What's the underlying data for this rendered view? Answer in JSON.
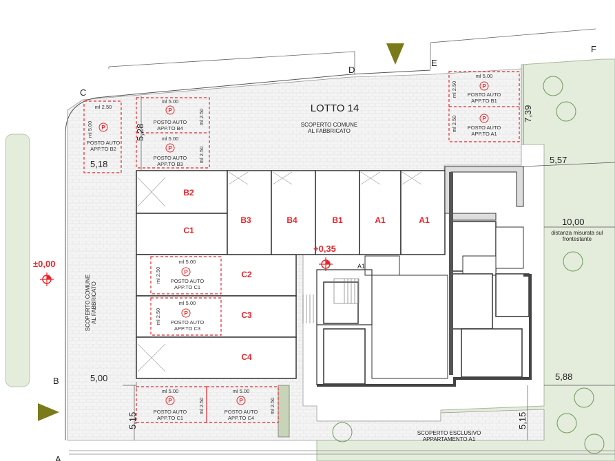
{
  "plan": {
    "lot_title": "LOTTO 14",
    "scoperto_top": [
      "SCOPERTO COMUNE",
      "AL FABBRICATO"
    ],
    "scoperto_left": [
      "SCOPERTO COMUNE",
      "AL FABBRICATO"
    ],
    "scoperto_bottom": [
      "SCOPERTO ESCLUSIVO",
      "APPARTAMENTO A1"
    ],
    "distance_note": [
      "distanza misurata sul",
      "frontestante"
    ],
    "corners": {
      "b": "B",
      "c": "C",
      "d": "D",
      "e": "E",
      "f": "F",
      "a": "A"
    },
    "dimensions": {
      "d528": "5,28",
      "d518": "5,18",
      "d739": "7,39",
      "d557": "5,57",
      "d1000": "10,00",
      "d500": "5,00",
      "d588": "5,88",
      "d515a": "5,15",
      "d515b": "5,15"
    },
    "elevations": {
      "ground": "±0,00",
      "building": "+0,35"
    },
    "units": {
      "b2": "B2",
      "c1": "C1",
      "b3": "B3",
      "b4": "B4",
      "b1": "B1",
      "a1a": "A1",
      "a1b": "A1",
      "c2": "C2",
      "c3": "C3",
      "c4": "C4",
      "a1_note": "A1"
    },
    "parking": {
      "ml_500": "ml 5.00",
      "ml_250": "ml 2.50",
      "posto_auto": "POSTO AUTO",
      "b2": "APP.TO B2",
      "b4": "APP.TO B4",
      "b3": "APP.TO B3",
      "b1": "APP.TO B1",
      "a1": "APP.TO A1",
      "c1": "APP.TO C1",
      "c3": "APP.TO C3",
      "c4": "APP.TO C4"
    }
  }
}
